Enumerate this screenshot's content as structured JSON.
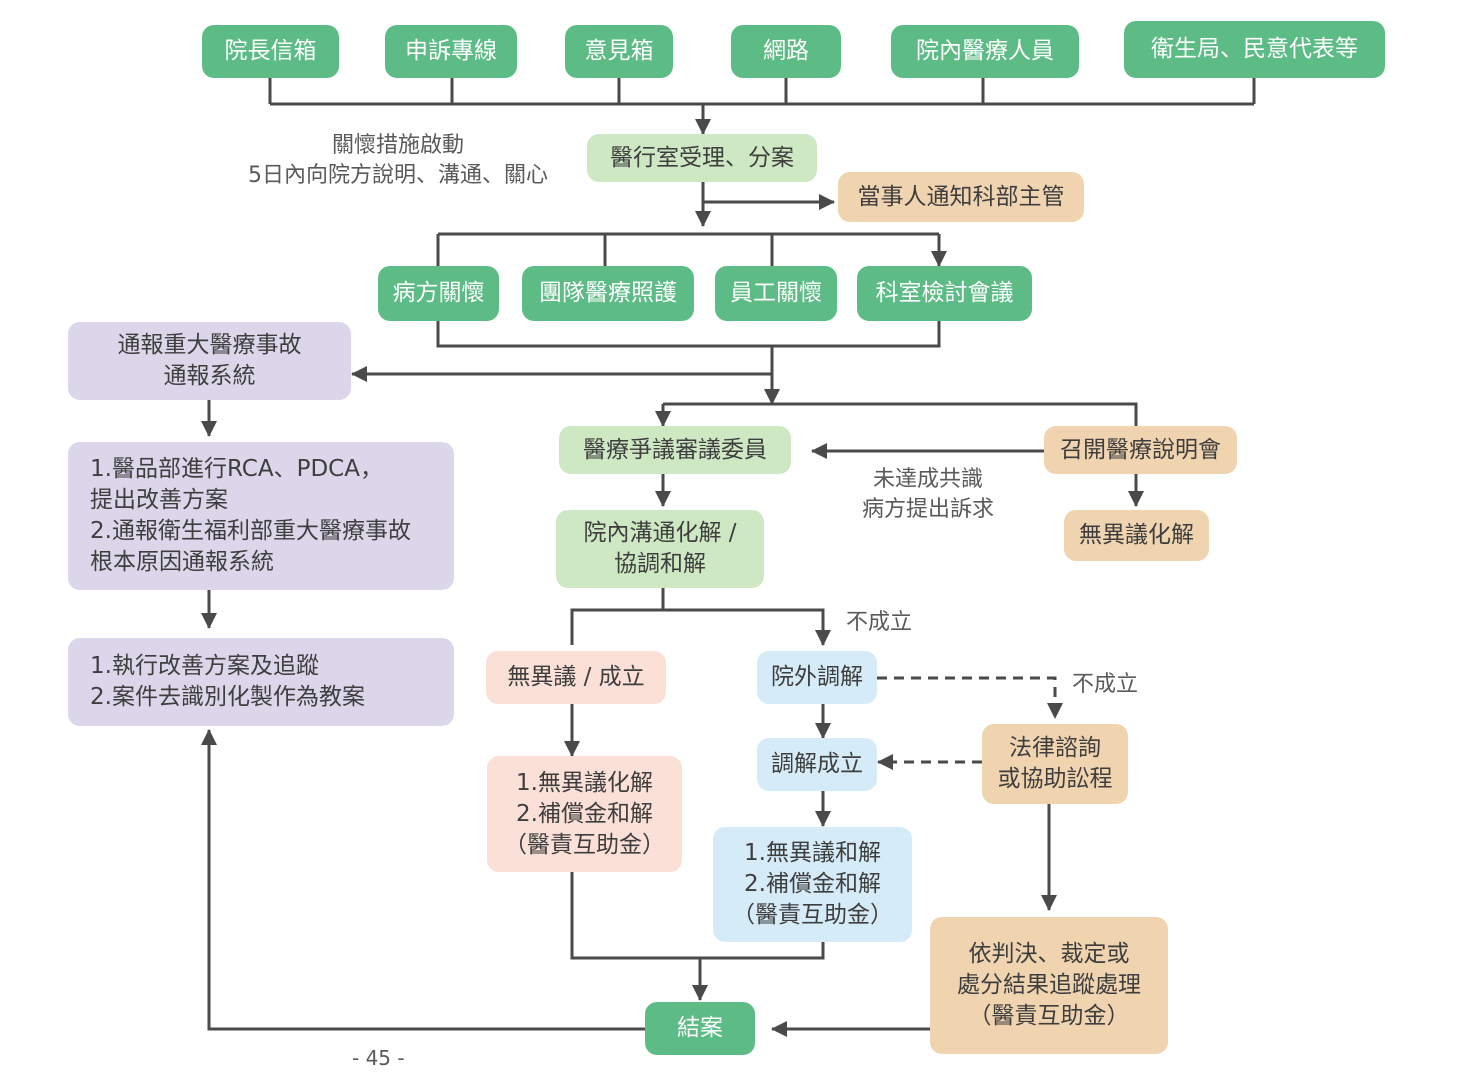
{
  "sources": [
    "院長信箱",
    "申訴專線",
    "意見箱",
    "網路",
    "院內醫療人員",
    "衛生局、民意代表等"
  ],
  "intake": "醫行室受理、分案",
  "care_note": "關懷措施啟動\n5日內向院方說明、溝通、關心",
  "notify": "當事人通知科部主管",
  "care_items": [
    "病方關懷",
    "團隊醫療照護",
    "員工關懷",
    "科室檢討會議"
  ],
  "report": "通報重大醫療事故\n通報系統",
  "rca": "1.醫品部進行RCA、PDCA，\n   提出改善方案\n2.通報衛生福利部重大醫療事故\n   根本原因通報系統",
  "improve": "1.執行改善方案及追蹤\n2.案件去識別化製作為教案",
  "committee": "醫療爭議審議委員",
  "briefing": "召開醫療說明會",
  "no_consensus": "未達成共識\n病方提出訴求",
  "no_objection_resolved": "無異議化解",
  "internal_mediation": "院內溝通化解 /\n協調和解",
  "not_established_1": "不成立",
  "no_objection_established": "無異議 / 成立",
  "external_mediation": "院外調解",
  "not_established_2": "不成立",
  "outcome_left": "1.無異議化解\n2.補償金和解\n（醫責互助金）",
  "mediation_success": "調解成立",
  "legal": "法律諮詢\n或協助訟程",
  "outcome_mid": "1.無異議和解\n2.補償金和解\n（醫責互助金）",
  "judgment": "依判決、裁定或\n處分結果追蹤處理\n（醫責互助金）",
  "close": "結案",
  "page_number": "- 45 -",
  "colors": {
    "green_dark": "#5dbb86",
    "green_light": "#cfe8c4",
    "tan": "#f0d4b0",
    "purple": "#dcd6ea",
    "pink": "#fae0d6",
    "blue": "#d5ebf8",
    "line": "#4a4a4a"
  }
}
